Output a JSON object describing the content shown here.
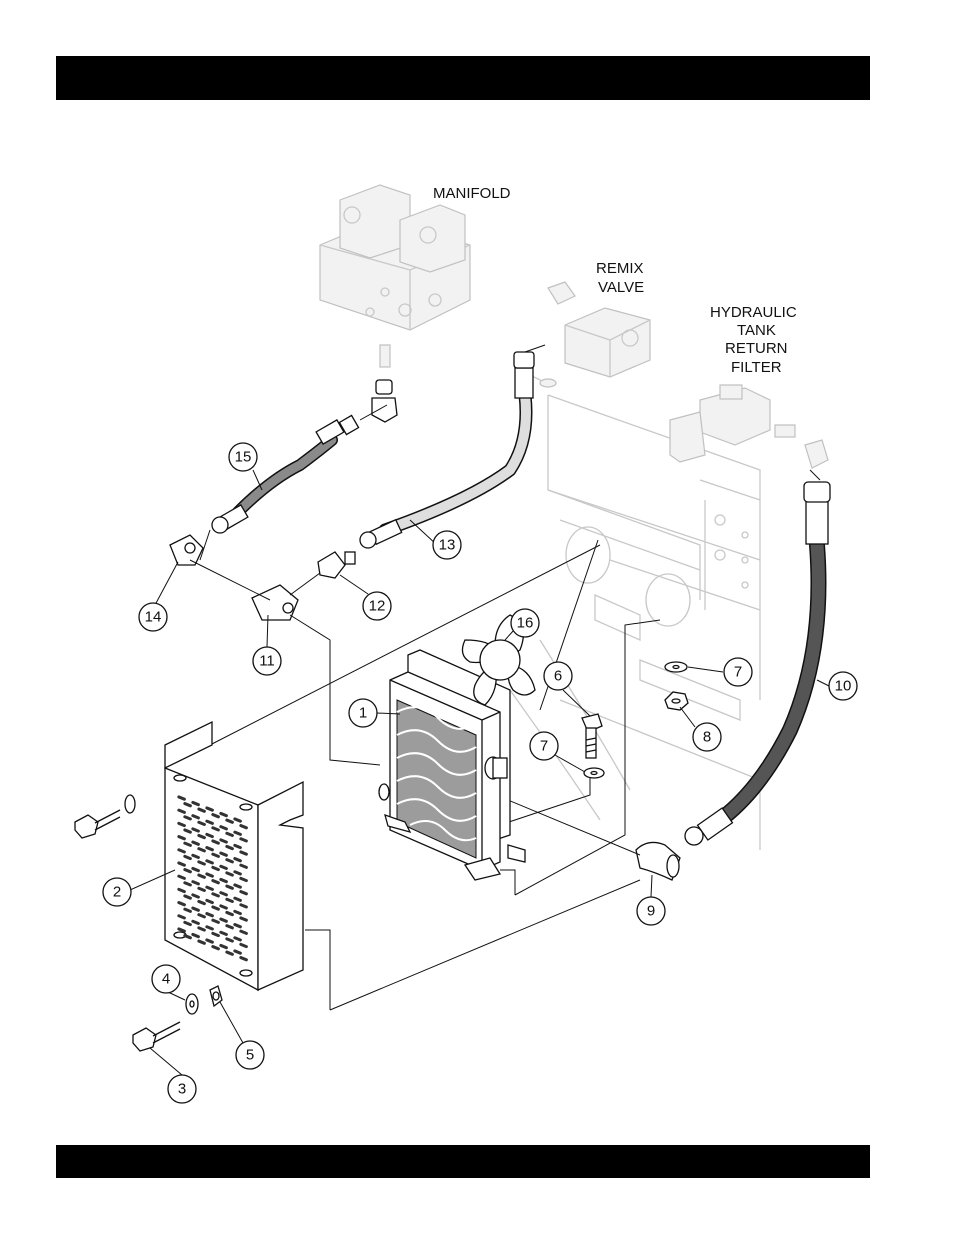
{
  "labels": {
    "manifold": "MANIFOLD",
    "remix_valve": [
      "REMIX",
      "VALVE"
    ],
    "hydraulic_filter": [
      "HYDRAULIC",
      "TANK",
      "RETURN",
      "FILTER"
    ]
  },
  "callouts": [
    "1",
    "2",
    "3",
    "4",
    "5",
    "6",
    "7",
    "7",
    "8",
    "9",
    "10",
    "11",
    "12",
    "13",
    "14",
    "15",
    "16"
  ],
  "colors": {
    "bars": "#000000",
    "ink": "#111111",
    "ghost": "#c8c8c8",
    "hose": "#555555"
  }
}
